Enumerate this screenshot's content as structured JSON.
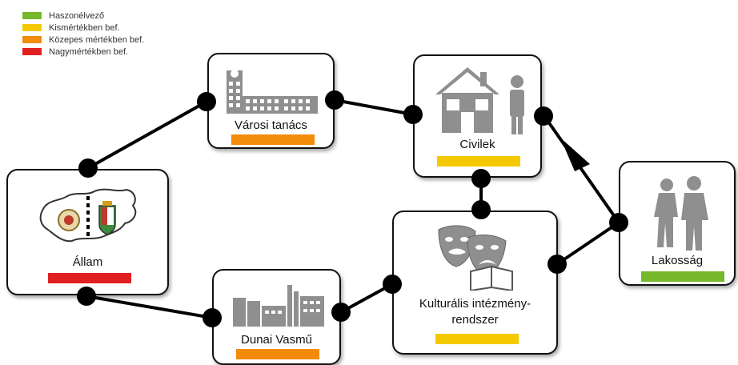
{
  "colors": {
    "green": "#76b82a",
    "yellow": "#f5c900",
    "orange": "#f28a0a",
    "red": "#e02020",
    "icon_gray": "#8f8f8f"
  },
  "legend": [
    {
      "label": "Haszonélvező",
      "color": "#76b82a"
    },
    {
      "label": "Kismértékben bef.",
      "color": "#f5c900"
    },
    {
      "label": "Közepes mértékben bef.",
      "color": "#f28a0a"
    },
    {
      "label": "Nagymértékben bef.",
      "color": "#e02020"
    }
  ],
  "nodes": {
    "varosi_tanacs": {
      "label": "Városi tanács",
      "impact": "orange",
      "icon": "city-hall-icon"
    },
    "civilek": {
      "label": "Civilek",
      "impact": "yellow",
      "icon": "house-person-icon"
    },
    "allam": {
      "label": "Állam",
      "impact": "red",
      "icon": "hungary-map-icon"
    },
    "lakossag": {
      "label": "Lakosság",
      "impact": "green",
      "icon": "people-icon"
    },
    "kulturalis": {
      "label_line1": "Kulturális intézmény-",
      "label_line2": "rendszer",
      "impact": "yellow",
      "icon": "theatre-masks-book-icon"
    },
    "dunai_vasmu": {
      "label": "Dunai Vasmű",
      "impact": "orange",
      "icon": "factory-icon"
    }
  },
  "connections": [
    {
      "from": "Állam",
      "to": "Városi tanács"
    },
    {
      "from": "Városi tanács",
      "to": "Civilek"
    },
    {
      "from": "Civilek",
      "to": "Kulturális intézmény-rendszer"
    },
    {
      "from": "Állam",
      "to": "Dunai Vasmű"
    },
    {
      "from": "Dunai Vasmű",
      "to": "Kulturális intézmény-rendszer"
    },
    {
      "from": "Kulturális intézmény-rendszer",
      "to": "Lakosság"
    },
    {
      "from": "Lakosság",
      "to": "Civilek",
      "arrow": true
    }
  ]
}
